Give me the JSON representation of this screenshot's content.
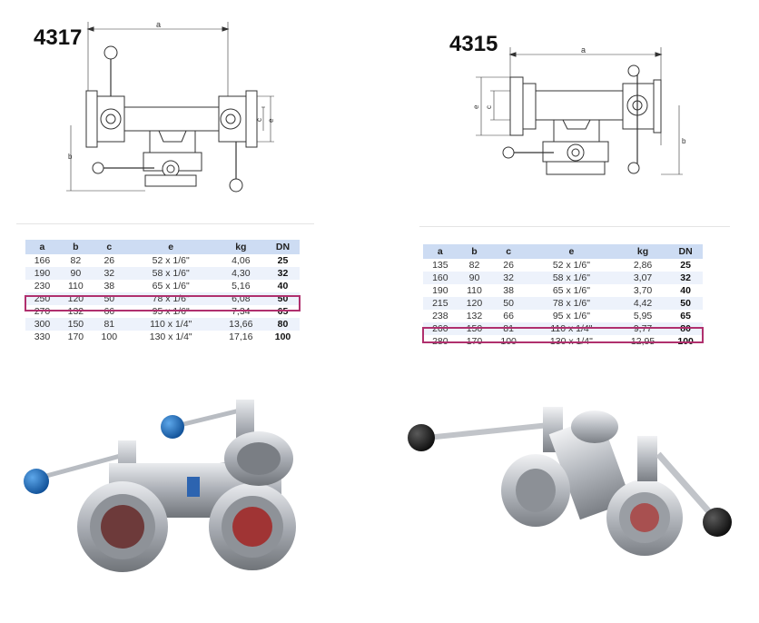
{
  "left": {
    "model": "4317",
    "dim_labels": {
      "a": "a",
      "b": "b",
      "c": "c",
      "e": "e"
    },
    "headers": [
      "a",
      "b",
      "c",
      "e",
      "kg",
      "DN"
    ],
    "rows": [
      [
        "166",
        "82",
        "26",
        "52 x 1/6\"",
        "4,06",
        "25"
      ],
      [
        "190",
        "90",
        "32",
        "58 x 1/6\"",
        "4,30",
        "32"
      ],
      [
        "230",
        "110",
        "38",
        "65 x 1/6\"",
        "5,16",
        "40"
      ],
      [
        "250",
        "120",
        "50",
        "78 x 1/6\"",
        "6,08",
        "50"
      ],
      [
        "270",
        "132",
        "66",
        "95 x 1/6\"",
        "7,34",
        "65"
      ],
      [
        "300",
        "150",
        "81",
        "110 x 1/4\"",
        "13,66",
        "80"
      ],
      [
        "330",
        "170",
        "100",
        "130 x 1/4\"",
        "17,16",
        "100"
      ]
    ],
    "highlight_row_index": 3
  },
  "right": {
    "model": "4315",
    "dim_labels": {
      "a": "a",
      "b": "b",
      "c": "c",
      "e": "e"
    },
    "headers": [
      "a",
      "b",
      "c",
      "e",
      "kg",
      "DN"
    ],
    "rows": [
      [
        "135",
        "82",
        "26",
        "52 x 1/6\"",
        "2,86",
        "25"
      ],
      [
        "160",
        "90",
        "32",
        "58 x 1/6\"",
        "3,07",
        "32"
      ],
      [
        "190",
        "110",
        "38",
        "65 x 1/6\"",
        "3,70",
        "40"
      ],
      [
        "215",
        "120",
        "50",
        "78 x 1/6\"",
        "4,42",
        "50"
      ],
      [
        "238",
        "132",
        "66",
        "95 x 1/6\"",
        "5,95",
        "65"
      ],
      [
        "260",
        "150",
        "81",
        "110 x 1/4\"",
        "9,77",
        "80"
      ],
      [
        "280",
        "170",
        "100",
        "130 x 1/4\"",
        "12,95",
        "100"
      ]
    ],
    "highlight_row_index": 5
  },
  "colors": {
    "table_header": "#cddcf3",
    "table_alt_row": "#edf2fb",
    "highlight": "#b0306e",
    "handle_left": "#1f6fc0",
    "handle_right": "#1a1a1a",
    "steel": "#c9ccd1"
  }
}
